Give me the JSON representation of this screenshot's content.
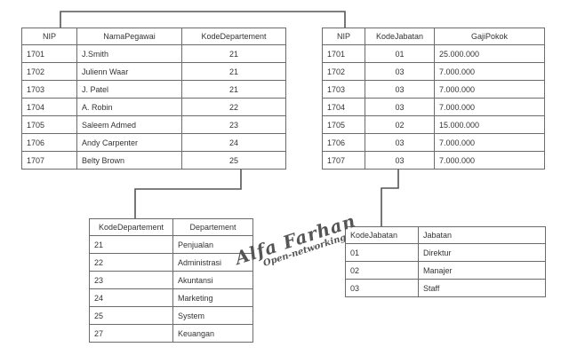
{
  "tables": {
    "pegawai": {
      "columns": [
        "NIP",
        "NamaPegawai",
        "KodeDepartement"
      ],
      "rows": [
        [
          "1701",
          "J.Smith",
          "21"
        ],
        [
          "1702",
          "Julienn Waar",
          "21"
        ],
        [
          "1703",
          "J. Patel",
          "21"
        ],
        [
          "1704",
          "A. Robin",
          "22"
        ],
        [
          "1705",
          "Saleem Admed",
          "23"
        ],
        [
          "1706",
          "Andy Carpenter",
          "24"
        ],
        [
          "1707",
          "Belty Brown",
          "25"
        ]
      ]
    },
    "gaji": {
      "columns": [
        "NIP",
        "KodeJabatan",
        "GajiPokok"
      ],
      "rows": [
        [
          "1701",
          "01",
          "25.000.000"
        ],
        [
          "1702",
          "03",
          "7.000.000"
        ],
        [
          "1703",
          "03",
          "7.000.000"
        ],
        [
          "1704",
          "03",
          "7.000.000"
        ],
        [
          "1705",
          "02",
          "15.000.000"
        ],
        [
          "1706",
          "03",
          "7.000.000"
        ],
        [
          "1707",
          "03",
          "7.000.000"
        ]
      ]
    },
    "departement": {
      "columns": [
        "KodeDepartement",
        "Departement"
      ],
      "rows": [
        [
          "21",
          "Penjualan"
        ],
        [
          "22",
          "Administrasi"
        ],
        [
          "23",
          "Akuntansi"
        ],
        [
          "24",
          "Marketing"
        ],
        [
          "25",
          "System"
        ],
        [
          "27",
          "Keuangan"
        ]
      ]
    },
    "jabatan": {
      "columns": [
        "KodeJabatan",
        "Jabatan"
      ],
      "rows": [
        [
          "01",
          "Direktur"
        ],
        [
          "02",
          "Manajer"
        ],
        [
          "03",
          "Staff"
        ]
      ]
    }
  },
  "watermark": {
    "name": "Alfa Farhan",
    "subtitle": "Open-networking"
  },
  "colors": {
    "line": "#555555",
    "border": "#6b6b6b",
    "text": "#333333"
  }
}
